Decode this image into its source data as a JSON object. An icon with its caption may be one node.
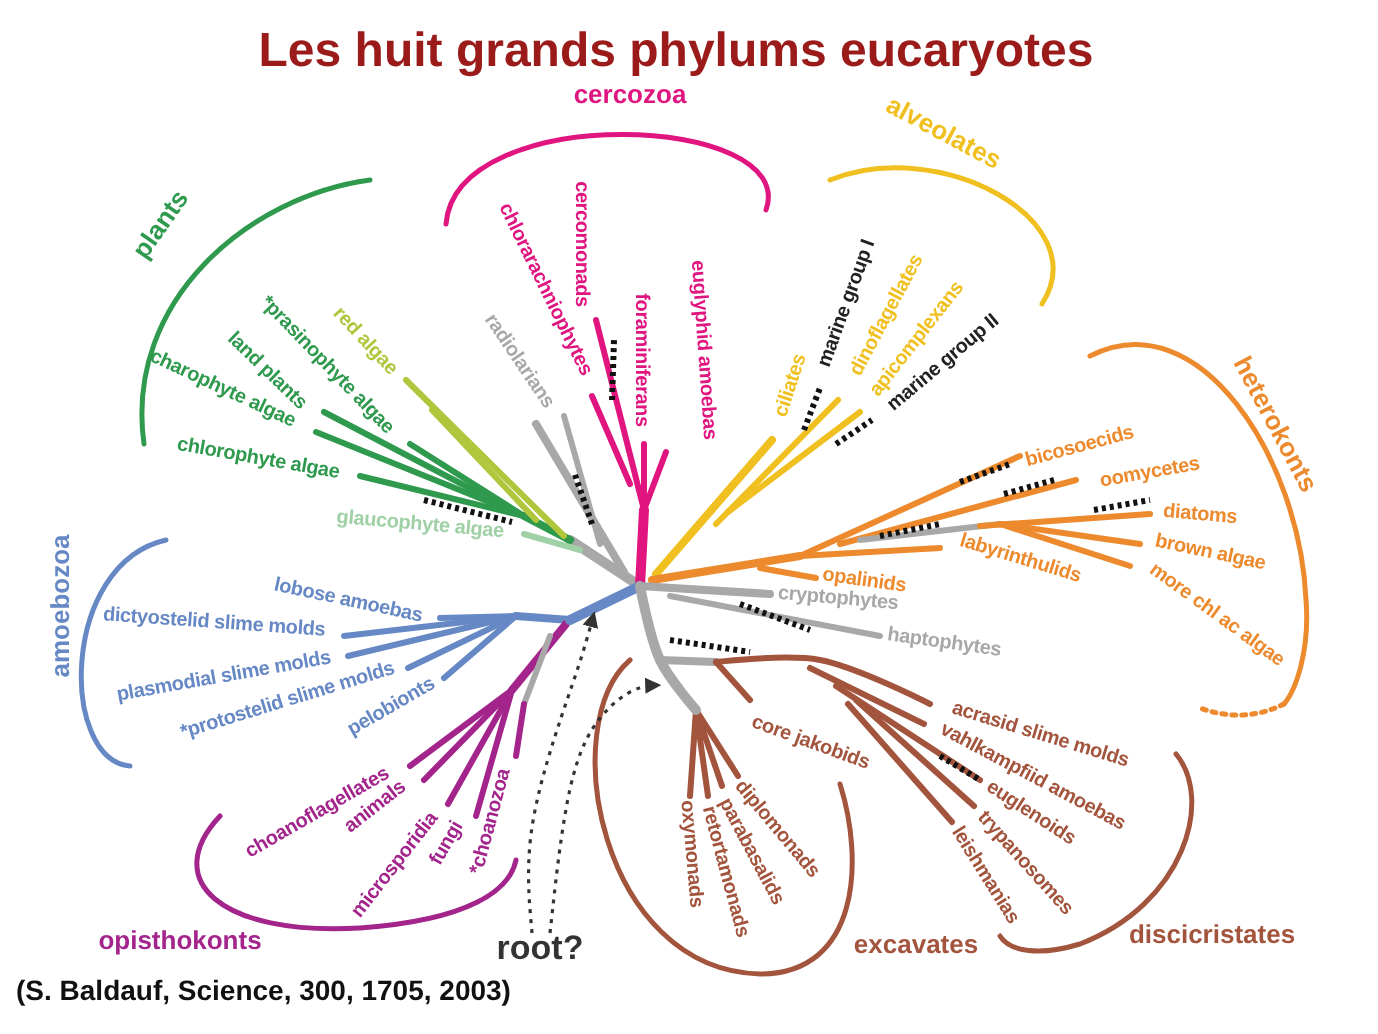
{
  "diagram": {
    "title": "Les huit grands phylums eucaryotes",
    "caption": "(S. Baldauf, Science, 300, 1705, 2003)",
    "nodes": [
      {
        "text": [
          "root?"
        ]
      },
      {
        "text": [],
        "shape": "bar"
      },
      {
        "text": [],
        "shape": "bar"
      }
    ],
    "edges": [
      {
        "from": 0,
        "to": 1,
        "arrow": "to",
        "style": "dashed"
      },
      {
        "from": 0,
        "to": 2,
        "arrow": "to",
        "style": "dashed"
      }
    ],
    "labels": [
      "cercozoa",
      "alveolates",
      "plants",
      "cercomonads",
      "chlorarachniophytes",
      "marine group I",
      "dinoflagellates",
      "charophyte algae",
      "land plants",
      "*prasinophyte algae",
      "red algae",
      "radiolarians",
      "foraminiferans",
      "euglyphid amoebas",
      "ciliates",
      "apicomplexans",
      "marine group II",
      "chlorophyte algae",
      "bicosoecids",
      "oomycetes",
      "heterokonts",
      "glaucophyte algae",
      "opalinids",
      "labyrinthulids",
      "diatoms",
      "brown algae",
      "amoebozoa",
      "dictyostelid slime molds",
      "lobose amoebas",
      "cryptophytes",
      "haptophytes",
      "more chl ac algae",
      "plasmodial slime molds",
      "*protostelid slime molds",
      "pelobionts",
      "core jakobids",
      "vahlkampfiid amoebas",
      "acrasid slime molds",
      "choanoflagellates",
      "animals",
      "microsporidia",
      "fungi",
      "*choanozoa",
      "oxymonads",
      "retortamonads",
      "parabasalids",
      "diplomonads",
      "leishmanias",
      "trypanosomes",
      "euglenoids",
      "opisthokonts",
      "excavates",
      "discicristates"
    ]
  }
}
